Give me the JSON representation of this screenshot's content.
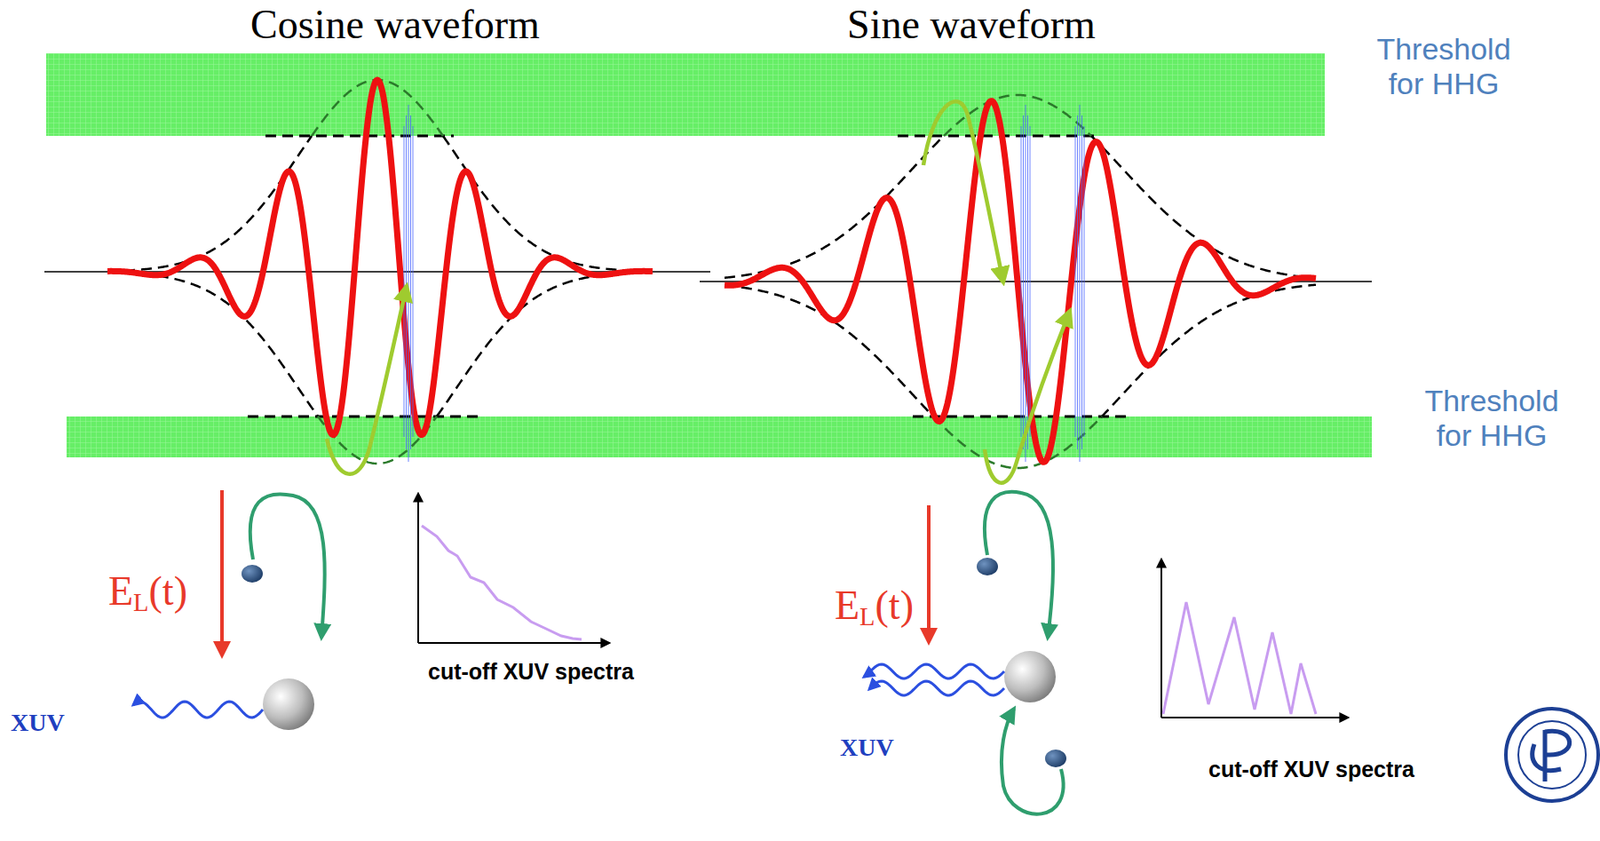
{
  "diagram": {
    "labels": [
      "Cosine waveform",
      "Sine waveform",
      "Threshold for HHG",
      "Threshold for HHG",
      "EL(t)",
      "XUV",
      "cut-off XUV spectra",
      "EL(t)",
      "XUV",
      "cut-off XUV spectra"
    ]
  }
}
